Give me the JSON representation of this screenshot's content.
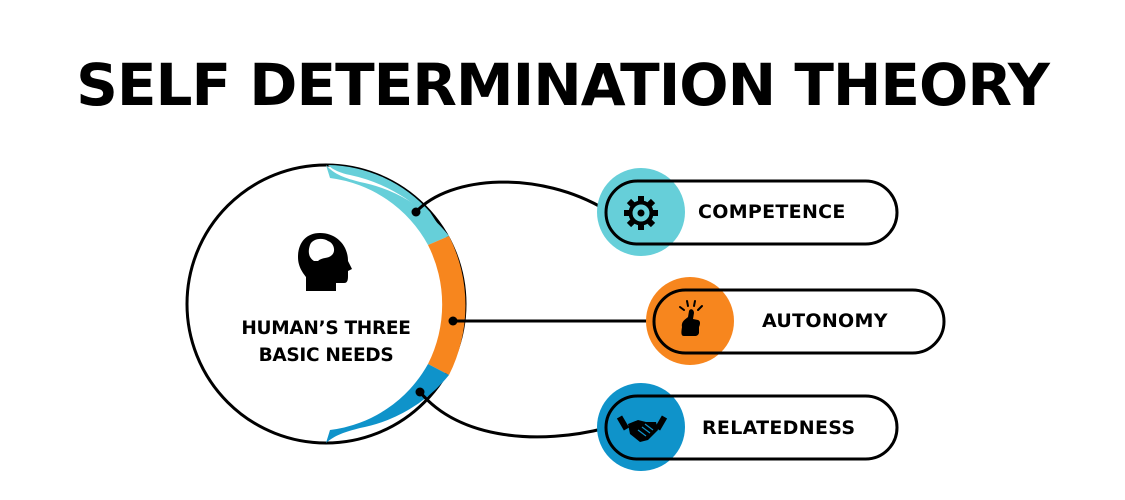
{
  "title": "SELF DETERMINATION THEORY",
  "center": {
    "line1": "HUMAN’S THREE",
    "line2": "BASIC NEEDS",
    "icon": "head-brain-icon"
  },
  "needs": [
    {
      "label": "COMPETENCE",
      "icon": "gear-icon",
      "color": "#66CFD9"
    },
    {
      "label": "AUTONOMY",
      "icon": "thumbs-up-icon",
      "color": "#F7861E"
    },
    {
      "label": "RELATEDNESS",
      "icon": "handshake-icon",
      "color": "#0F93CA"
    }
  ],
  "colors": {
    "outline": "#000000",
    "background": "#FFFFFF"
  }
}
